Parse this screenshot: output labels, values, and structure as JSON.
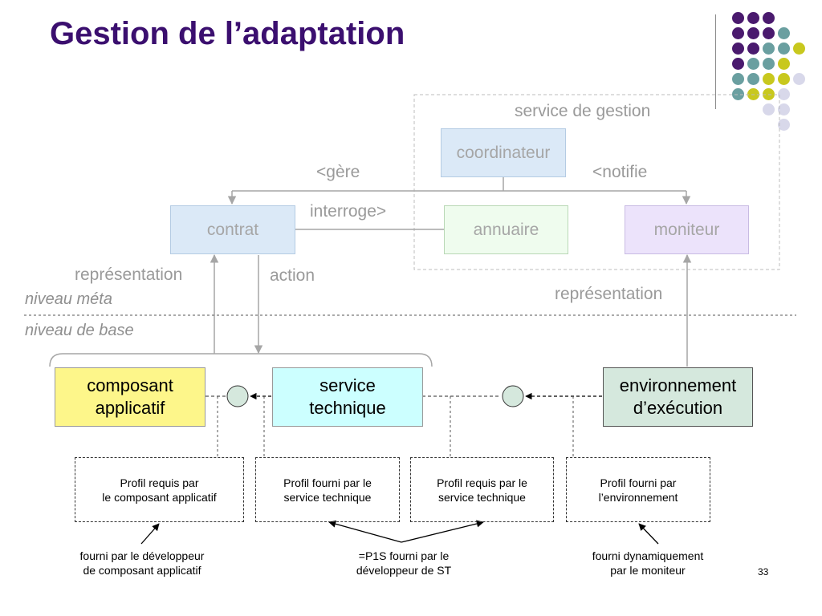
{
  "title": "Gestion de l’adaptation",
  "colors": {
    "title": "#3b0f6f",
    "purple": "#4a1a6e",
    "teal": "#6a9fa0",
    "yellow": "#c8c81e",
    "lavender": "#d8d8ea",
    "composant_fill": "#fdf68a",
    "service_fill": "#ccffff",
    "env_fill": "#d5e8dd",
    "contrat_fill": "#dbe9f7",
    "annuaire_fill": "#effcee",
    "moniteur_fill": "#ece3fb"
  },
  "meta": {
    "service_gestion_label": "service de gestion",
    "coordinateur": "coordinateur",
    "gere": "<gère",
    "notifie": "<notifie",
    "interroge": "interroge>",
    "contrat": "contrat",
    "annuaire": "annuaire",
    "moniteur": "moniteur",
    "representation_left": "représentation",
    "action": "action",
    "representation_right": "représentation"
  },
  "levels": {
    "meta": "niveau méta",
    "base": "niveau de base"
  },
  "base": {
    "composant": "composant\napplicatif",
    "service": "service\ntechnique",
    "environnement": "environnement\nd’exécution"
  },
  "profiles": [
    "Profil requis par\nle composant applicatif",
    "Profil fourni par le\nservice technique",
    "Profil requis par le\nservice technique",
    "Profil fourni par\nl’environnement"
  ],
  "notes": {
    "left": "fourni par le développeur\nde composant applicatif",
    "middle": "=P1S fourni par  le\ndéveloppeur de ST",
    "right": "fourni dynamiquement\npar le moniteur"
  },
  "page_number": "33"
}
